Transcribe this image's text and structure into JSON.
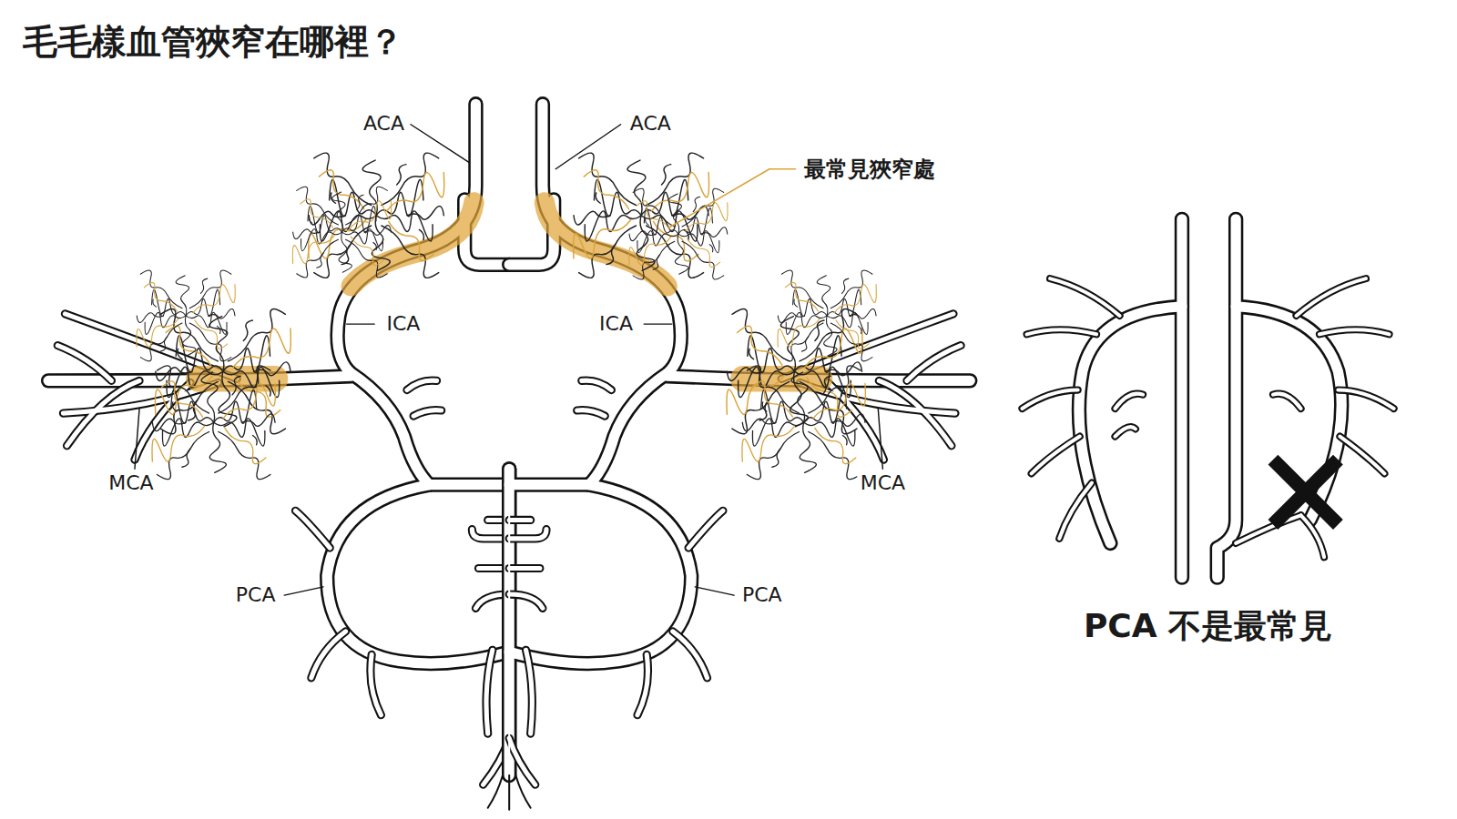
{
  "diagram": {
    "title": "毛毛樣血管狹窄在哪裡？",
    "labels": [
      "ACA",
      "ACA",
      "最常見狹窄處",
      "ICA",
      "ICA",
      "MCA",
      "MCA",
      "PCA",
      "PCA",
      "PCA 不是最常見"
    ]
  }
}
